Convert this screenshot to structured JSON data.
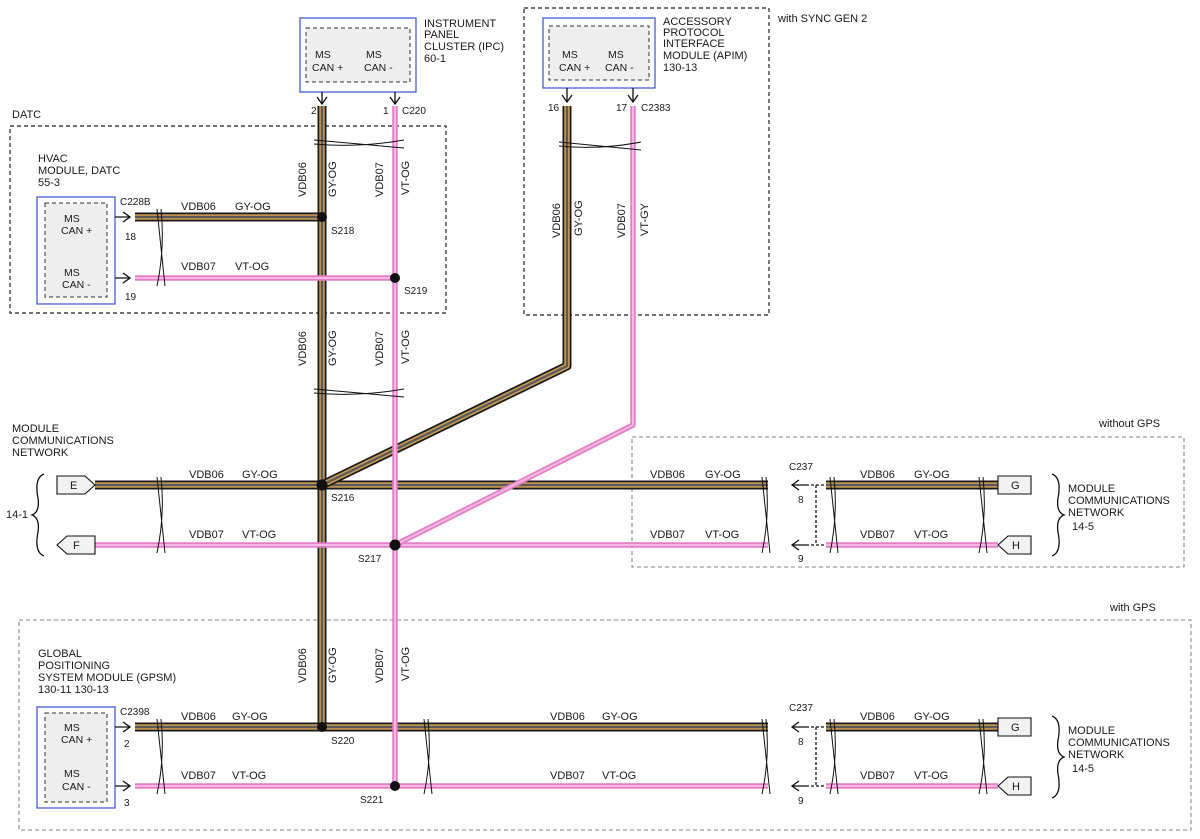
{
  "ipc": {
    "title": [
      "INSTRUMENT",
      "PANEL",
      "CLUSTER (IPC)"
    ],
    "ref": "60-1",
    "pin_plus_label": [
      "MS",
      "CAN +"
    ],
    "pin_minus_label": [
      "MS",
      "CAN -"
    ],
    "connector": "C220",
    "pin_plus": "2",
    "pin_minus": "1"
  },
  "apim": {
    "title": [
      "ACCESSORY",
      "PROTOCOL",
      "INTERFACE",
      "MODULE (APIM)"
    ],
    "ref": "130-13",
    "pin_plus_label": [
      "MS",
      "CAN +"
    ],
    "pin_minus_label": [
      "MS",
      "CAN -"
    ],
    "connector": "C2383",
    "pin_plus": "16",
    "pin_minus": "17",
    "option": "with SYNC GEN 2"
  },
  "datc": {
    "group": "DATC",
    "title": [
      "HVAC",
      "MODULE, DATC"
    ],
    "ref": "55-3",
    "pin_plus_label": [
      "MS",
      "CAN +"
    ],
    "pin_minus_label": [
      "MS",
      "CAN -"
    ],
    "connector": "C228B",
    "pin_plus": "18",
    "pin_minus": "19"
  },
  "gpsm": {
    "title": [
      "GLOBAL",
      "POSITIONING",
      "SYSTEM MODULE (GPSM)"
    ],
    "ref": "130-11 130-13",
    "pin_plus_label": [
      "MS",
      "CAN +"
    ],
    "pin_minus_label": [
      "MS",
      "CAN -"
    ],
    "connector": "C2398",
    "pin_plus": "2",
    "pin_minus": "3",
    "option": "with GPS"
  },
  "mcn_left": {
    "title": [
      "MODULE",
      "COMMUNICATIONS",
      "NETWORK"
    ],
    "ref": "14-1",
    "conn_e": "E",
    "conn_f": "F"
  },
  "mcn_right": {
    "title": [
      "MODULE",
      "COMMUNICATIONS",
      "NETWORK"
    ],
    "ref": "14-5",
    "conn_g": "G",
    "conn_h": "H"
  },
  "no_gps": {
    "option": "without GPS"
  },
  "inline": {
    "connector": "C237",
    "pin_plus": "8",
    "pin_minus": "9"
  },
  "circuits": {
    "plus": "VDB06",
    "minus": "VDB07"
  },
  "colors": {
    "gy_og": "GY-OG",
    "vt_og": "VT-OG",
    "vt_gy": "VT-GY",
    "gy_og_hex": "#c79a53",
    "vt_og_hex": "#e57dc8",
    "shield_hex": "#1a1a1a"
  },
  "splices": {
    "s216": "S216",
    "s217": "S217",
    "s218": "S218",
    "s219": "S219",
    "s220": "S220",
    "s221": "S221"
  }
}
